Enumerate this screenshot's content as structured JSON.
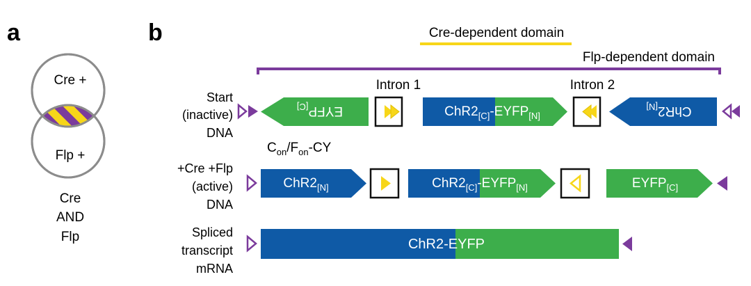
{
  "panel_a": {
    "letter": "a",
    "venn": {
      "top_label": "Cre +",
      "bottom_label": "Flp +",
      "caption_lines": [
        "Cre",
        "AND",
        "Flp"
      ]
    }
  },
  "panel_b": {
    "letter": "b",
    "domains": {
      "cre": "Cre-dependent domain",
      "flp": "Flp-dependent domain"
    },
    "rows": {
      "start": {
        "label_lines": [
          "Start",
          "(inactive)",
          "DNA"
        ],
        "intron1": "Intron 1",
        "intron2": "Intron 2",
        "construct": {
          "c": "C",
          "on1": "on",
          "slash": "/F",
          "on2": "on",
          "suffix": "-CY"
        },
        "eyfp_c_inverted": {
          "main": "EYFP",
          "sub": "[C]"
        },
        "chr2c_eyfpn": {
          "chr2": "ChR2",
          "chr2_sub": "[C]",
          "eyfp": "-EYFP",
          "eyfp_sub": "[N]"
        },
        "chr2_n_inverted": {
          "main": "ChR2",
          "sub": "[N]"
        }
      },
      "active": {
        "label_lines": [
          "+Cre +Flp",
          "(active)",
          "DNA"
        ],
        "chr2_n": {
          "main": "ChR2",
          "sub": "[N]"
        },
        "chr2c_eyfpn": {
          "chr2": "ChR2",
          "chr2_sub": "[C]",
          "eyfp": "-EYFP",
          "eyfp_sub": "[N]"
        },
        "eyfp_c": {
          "main": "EYFP",
          "sub": "[C]"
        }
      },
      "spliced": {
        "label_lines": [
          "Spliced",
          "transcript",
          "mRNA"
        ],
        "product": "ChR2-EYFP"
      }
    }
  },
  "colors": {
    "blue": "#0f5aa6",
    "green": "#3dae4b",
    "yellow": "#f7d619",
    "purple": "#7b3b9c",
    "circle": "#8c8c8c"
  }
}
